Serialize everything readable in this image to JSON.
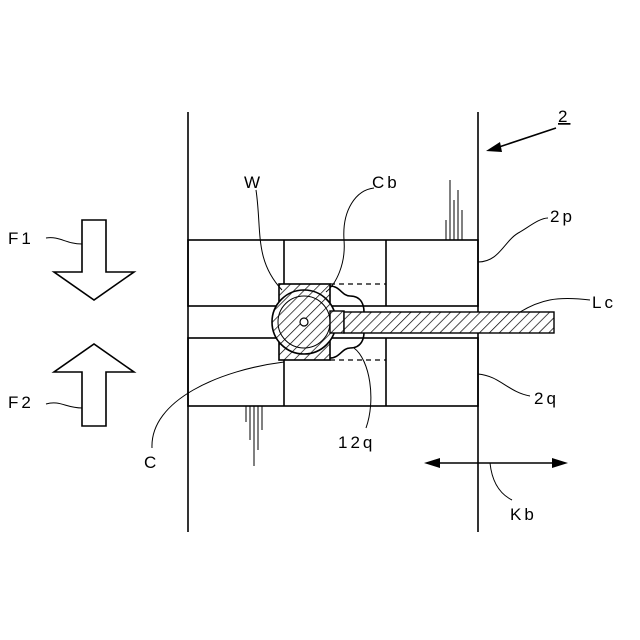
{
  "labels": {
    "ref_2": "2",
    "W": "W",
    "Cb": "Cb",
    "F1": "F1",
    "F2": "F2",
    "ref_2p": "2p",
    "ref_2q": "2q",
    "Lc": "Lc",
    "C": "C",
    "ref_12q": "12q",
    "Kb": "Kb"
  }
}
